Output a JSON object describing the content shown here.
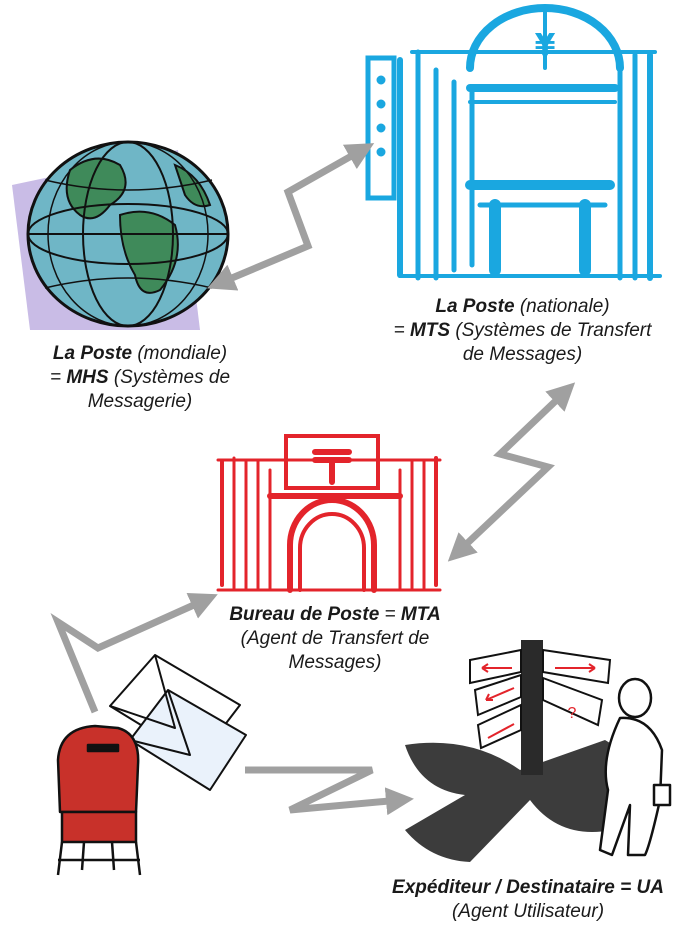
{
  "nodes": {
    "mhs": {
      "title": "La Poste",
      "title_note": " (mondiale)",
      "eq": "= ",
      "acronym": "MHS",
      "desc_line1": " (Systèmes de",
      "desc_line2": "Messagerie)"
    },
    "mts": {
      "title": "La Poste",
      "title_note": " (nationale)",
      "eq": "= ",
      "acronym": "MTS",
      "desc_line1": " (Systèmes de Transfert",
      "desc_line2": "de Messages)",
      "symbol": "¥"
    },
    "mta": {
      "title": "Bureau de Poste",
      "eq": " = ",
      "acronym": "MTA",
      "desc_line1": "(Agent de Transfert de",
      "desc_line2": "Messages)"
    },
    "ua": {
      "title": "Expéditeur / Destinataire = UA",
      "desc": "(Agent Utilisateur)",
      "sign_mark": "?"
    }
  },
  "colors": {
    "arrow": "#a0a0a0",
    "building_blue": "#1aa7e0",
    "office_red": "#e3242b",
    "globe_ocean": "#6fb6c6",
    "globe_land": "#3f8a5a",
    "shadow_purple": "#c9bce6",
    "street_shadow": "#3c3c3c",
    "mailbox_red": "#c8312a"
  },
  "icons": [
    "globe-icon",
    "bank-building-icon",
    "post-office-icon",
    "mailbox-icon",
    "envelopes-icon",
    "signpost-person-icon"
  ]
}
